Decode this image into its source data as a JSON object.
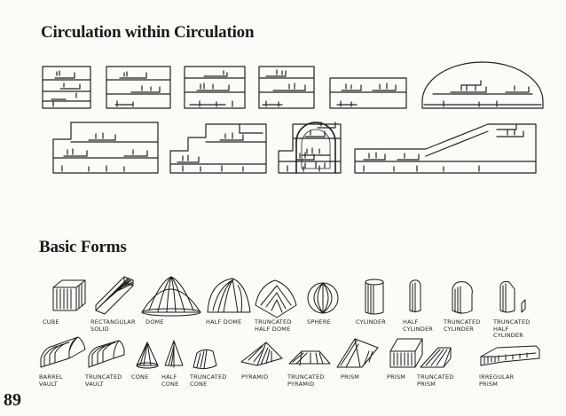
{
  "page": {
    "heading_circulation": "Circulation within Circulation",
    "heading_forms": "Basic Forms",
    "page_number": "89"
  },
  "forms_row1": [
    {
      "name": "cube",
      "label": "CUBE",
      "icon": "cube-icon"
    },
    {
      "name": "rectangular-solid",
      "label": "RECTANGULAR SOLID",
      "icon": "rectangular-solid-icon"
    },
    {
      "name": "dome",
      "label": "DOME",
      "icon": "dome-icon"
    },
    {
      "name": "half-dome",
      "label": "HALF DOME",
      "icon": "half-dome-icon"
    },
    {
      "name": "truncated-half-dome",
      "label": "TRUNCATED HALF DOME",
      "icon": "truncated-half-dome-icon"
    },
    {
      "name": "sphere",
      "label": "SPHERE",
      "icon": "sphere-icon"
    },
    {
      "name": "cylinder",
      "label": "CYLINDER",
      "icon": "cylinder-icon"
    },
    {
      "name": "half-cylinder",
      "label": "HALF CYLINDER",
      "icon": "half-cylinder-icon"
    },
    {
      "name": "truncated-cylinder",
      "label": "TRUNCATED CYLINDER",
      "icon": "truncated-cylinder-icon"
    },
    {
      "name": "truncated-half-cylinder",
      "label": "TRUNCATED HALF CYLINDER",
      "icon": "truncated-half-cylinder-icon"
    }
  ],
  "forms_row2": [
    {
      "name": "barrel-vault",
      "label": "BARREL VAULT",
      "icon": "barrel-vault-icon"
    },
    {
      "name": "truncated-vault",
      "label": "TRUNCATED VAULT",
      "icon": "truncated-vault-icon"
    },
    {
      "name": "cone",
      "label": "CONE",
      "icon": "cone-icon"
    },
    {
      "name": "half-cone",
      "label": "HALF CONE",
      "icon": "half-cone-icon"
    },
    {
      "name": "truncated-cone",
      "label": "TRUNCATED CONE",
      "icon": "truncated-cone-icon"
    },
    {
      "name": "pyramid",
      "label": "PYRAMID",
      "icon": "pyramid-icon"
    },
    {
      "name": "truncated-pyramid",
      "label": "TRUNCATED PYRAMID",
      "icon": "truncated-pyramid-icon"
    },
    {
      "name": "prism",
      "label": "PRISM",
      "icon": "prism-icon"
    },
    {
      "name": "prism-2",
      "label": "PRISM",
      "icon": "prism-icon"
    },
    {
      "name": "truncated-prism",
      "label": "TRUNCATED PRISM",
      "icon": "truncated-prism-icon"
    },
    {
      "name": "irregular-prism",
      "label": "IRREGULAR PRISM",
      "icon": "irregular-prism-icon"
    }
  ]
}
